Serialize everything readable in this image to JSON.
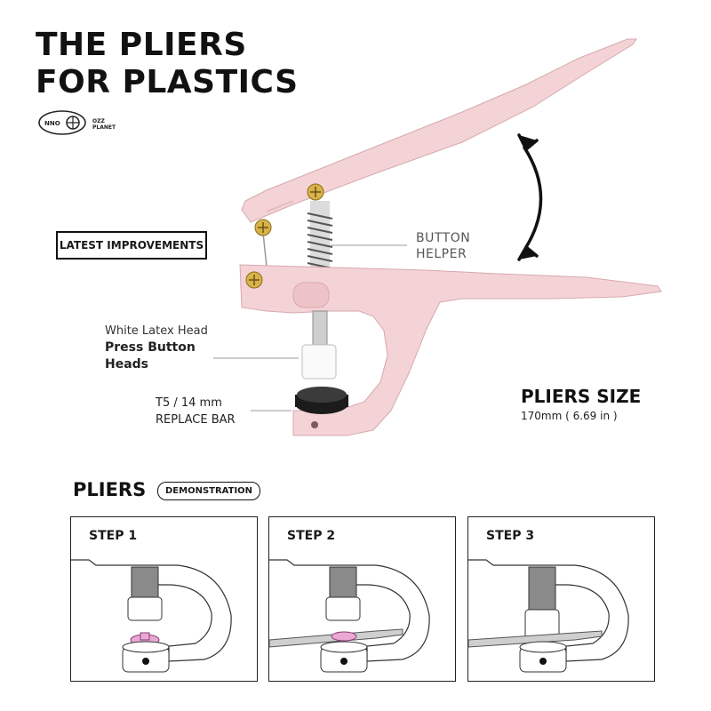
{
  "header": {
    "title_line1": "THE PLIERS",
    "title_line2": "FOR PLASTICS",
    "logo_text_line1": "OZZ",
    "logo_text_line2": "PLANET"
  },
  "product": {
    "color": "#f4d3d6",
    "badge": "LATEST IMPROVEMENTS",
    "helper_line1": "BUTTON",
    "helper_line2": "HELPER",
    "head_sub": "White Latex Head",
    "head_main_line1": "Press Button",
    "head_main_line2": "Heads",
    "bar_line1": "T5  / 14 mm",
    "bar_line2": "REPLACE BAR",
    "size_title": "PLIERS SIZE",
    "size_value": "170mm ( 6.69 in )"
  },
  "demo": {
    "title": "PLIERS",
    "badge": "DEMONSTRATION",
    "steps": [
      {
        "label": "STEP 1"
      },
      {
        "label": "STEP 2"
      },
      {
        "label": "STEP 3"
      }
    ]
  }
}
